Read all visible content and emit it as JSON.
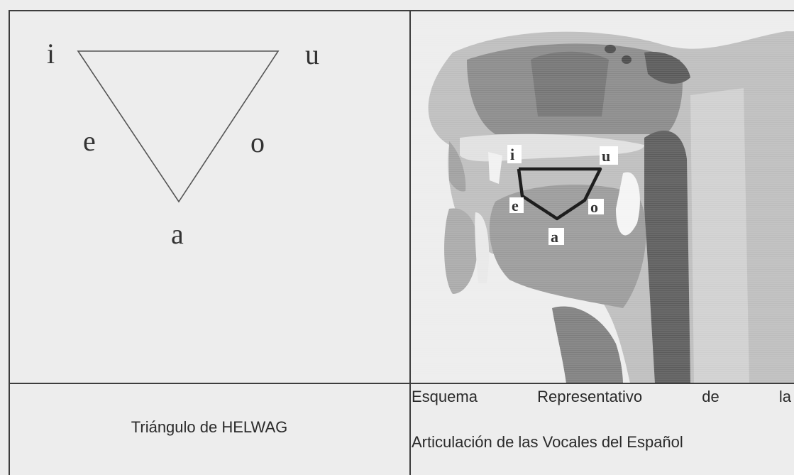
{
  "triangle": {
    "vowel_i": "i",
    "vowel_u": "u",
    "vowel_e": "e",
    "vowel_o": "o",
    "vowel_a": "a"
  },
  "diagram": {
    "label_i": "i",
    "label_u": "u",
    "label_e": "e",
    "label_o": "o",
    "label_a": "a"
  },
  "captions": {
    "left": "Triángulo de HELWAG",
    "right_words": [
      "Esquema",
      "Representativo",
      "de",
      "la"
    ],
    "right_line2": "Articulación de las Vocales del Español"
  },
  "colors": {
    "table_border": "#3d3d3d",
    "triangle_stroke": "#555555",
    "diagram_triangle": "#1e1e1e"
  }
}
